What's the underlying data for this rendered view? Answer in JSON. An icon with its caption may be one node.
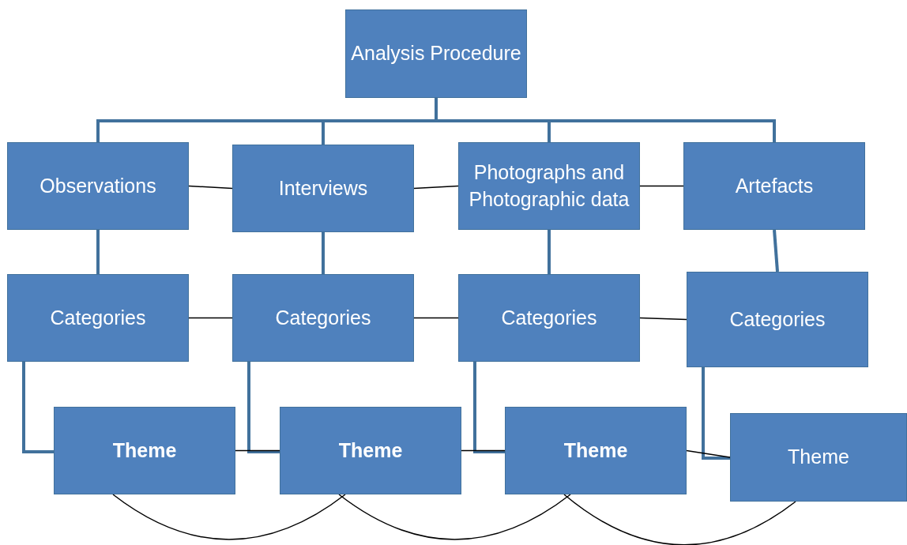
{
  "diagram": {
    "nodes": [
      {
        "text": [
          "Analysis Procedure"
        ]
      },
      {
        "text": [
          "Observations"
        ]
      },
      {
        "text": [
          "Interviews"
        ]
      },
      {
        "text": [
          "Photographs and Photographic data"
        ]
      },
      {
        "text": [
          "Artefacts"
        ]
      },
      {
        "text": [
          "Categories"
        ]
      },
      {
        "text": [
          "Categories"
        ]
      },
      {
        "text": [
          "Categories"
        ]
      },
      {
        "text": [
          "Categories"
        ]
      },
      {
        "text": [
          "Theme"
        ]
      },
      {
        "text": [
          "Theme"
        ]
      },
      {
        "text": [
          "Theme"
        ]
      },
      {
        "text": [
          "Theme"
        ]
      }
    ],
    "edges": [
      {
        "from": 0,
        "to": 1,
        "arrow": "none",
        "style": "thick",
        "color": "#41719c"
      },
      {
        "from": 0,
        "to": 2,
        "arrow": "none",
        "style": "thick",
        "color": "#41719c"
      },
      {
        "from": 0,
        "to": 3,
        "arrow": "none",
        "style": "thick",
        "color": "#41719c"
      },
      {
        "from": 0,
        "to": 4,
        "arrow": "none",
        "style": "thick",
        "color": "#41719c"
      },
      {
        "from": 1,
        "to": 2,
        "arrow": "none",
        "color": "#000000"
      },
      {
        "from": 2,
        "to": 3,
        "arrow": "none",
        "color": "#000000"
      },
      {
        "from": 3,
        "to": 4,
        "arrow": "none",
        "color": "#000000"
      },
      {
        "from": 1,
        "to": 5,
        "arrow": "none",
        "style": "thick",
        "color": "#41719c"
      },
      {
        "from": 2,
        "to": 6,
        "arrow": "none",
        "style": "thick",
        "color": "#41719c"
      },
      {
        "from": 3,
        "to": 7,
        "arrow": "none",
        "style": "thick",
        "color": "#41719c"
      },
      {
        "from": 4,
        "to": 8,
        "arrow": "none",
        "style": "thick",
        "color": "#41719c"
      },
      {
        "from": 5,
        "to": 6,
        "arrow": "none",
        "color": "#000000"
      },
      {
        "from": 6,
        "to": 7,
        "arrow": "none",
        "color": "#000000"
      },
      {
        "from": 7,
        "to": 8,
        "arrow": "none",
        "color": "#000000"
      },
      {
        "from": 5,
        "to": 9,
        "arrow": "none",
        "style": "thick",
        "color": "#41719c"
      },
      {
        "from": 6,
        "to": 10,
        "arrow": "none",
        "style": "thick",
        "color": "#41719c"
      },
      {
        "from": 7,
        "to": 11,
        "arrow": "none",
        "style": "thick",
        "color": "#41719c"
      },
      {
        "from": 8,
        "to": 12,
        "arrow": "none",
        "style": "thick",
        "color": "#41719c"
      },
      {
        "from": 9,
        "to": 10,
        "arrow": "none",
        "color": "#000000"
      },
      {
        "from": 10,
        "to": 11,
        "arrow": "none",
        "color": "#000000"
      },
      {
        "from": 11,
        "to": 12,
        "arrow": "none",
        "color": "#000000"
      },
      {
        "from": 9,
        "to": 10,
        "arrow": "none",
        "color": "#000000"
      },
      {
        "from": 10,
        "to": 11,
        "arrow": "none",
        "color": "#000000"
      },
      {
        "from": 11,
        "to": 12,
        "arrow": "none",
        "color": "#000000"
      }
    ]
  }
}
